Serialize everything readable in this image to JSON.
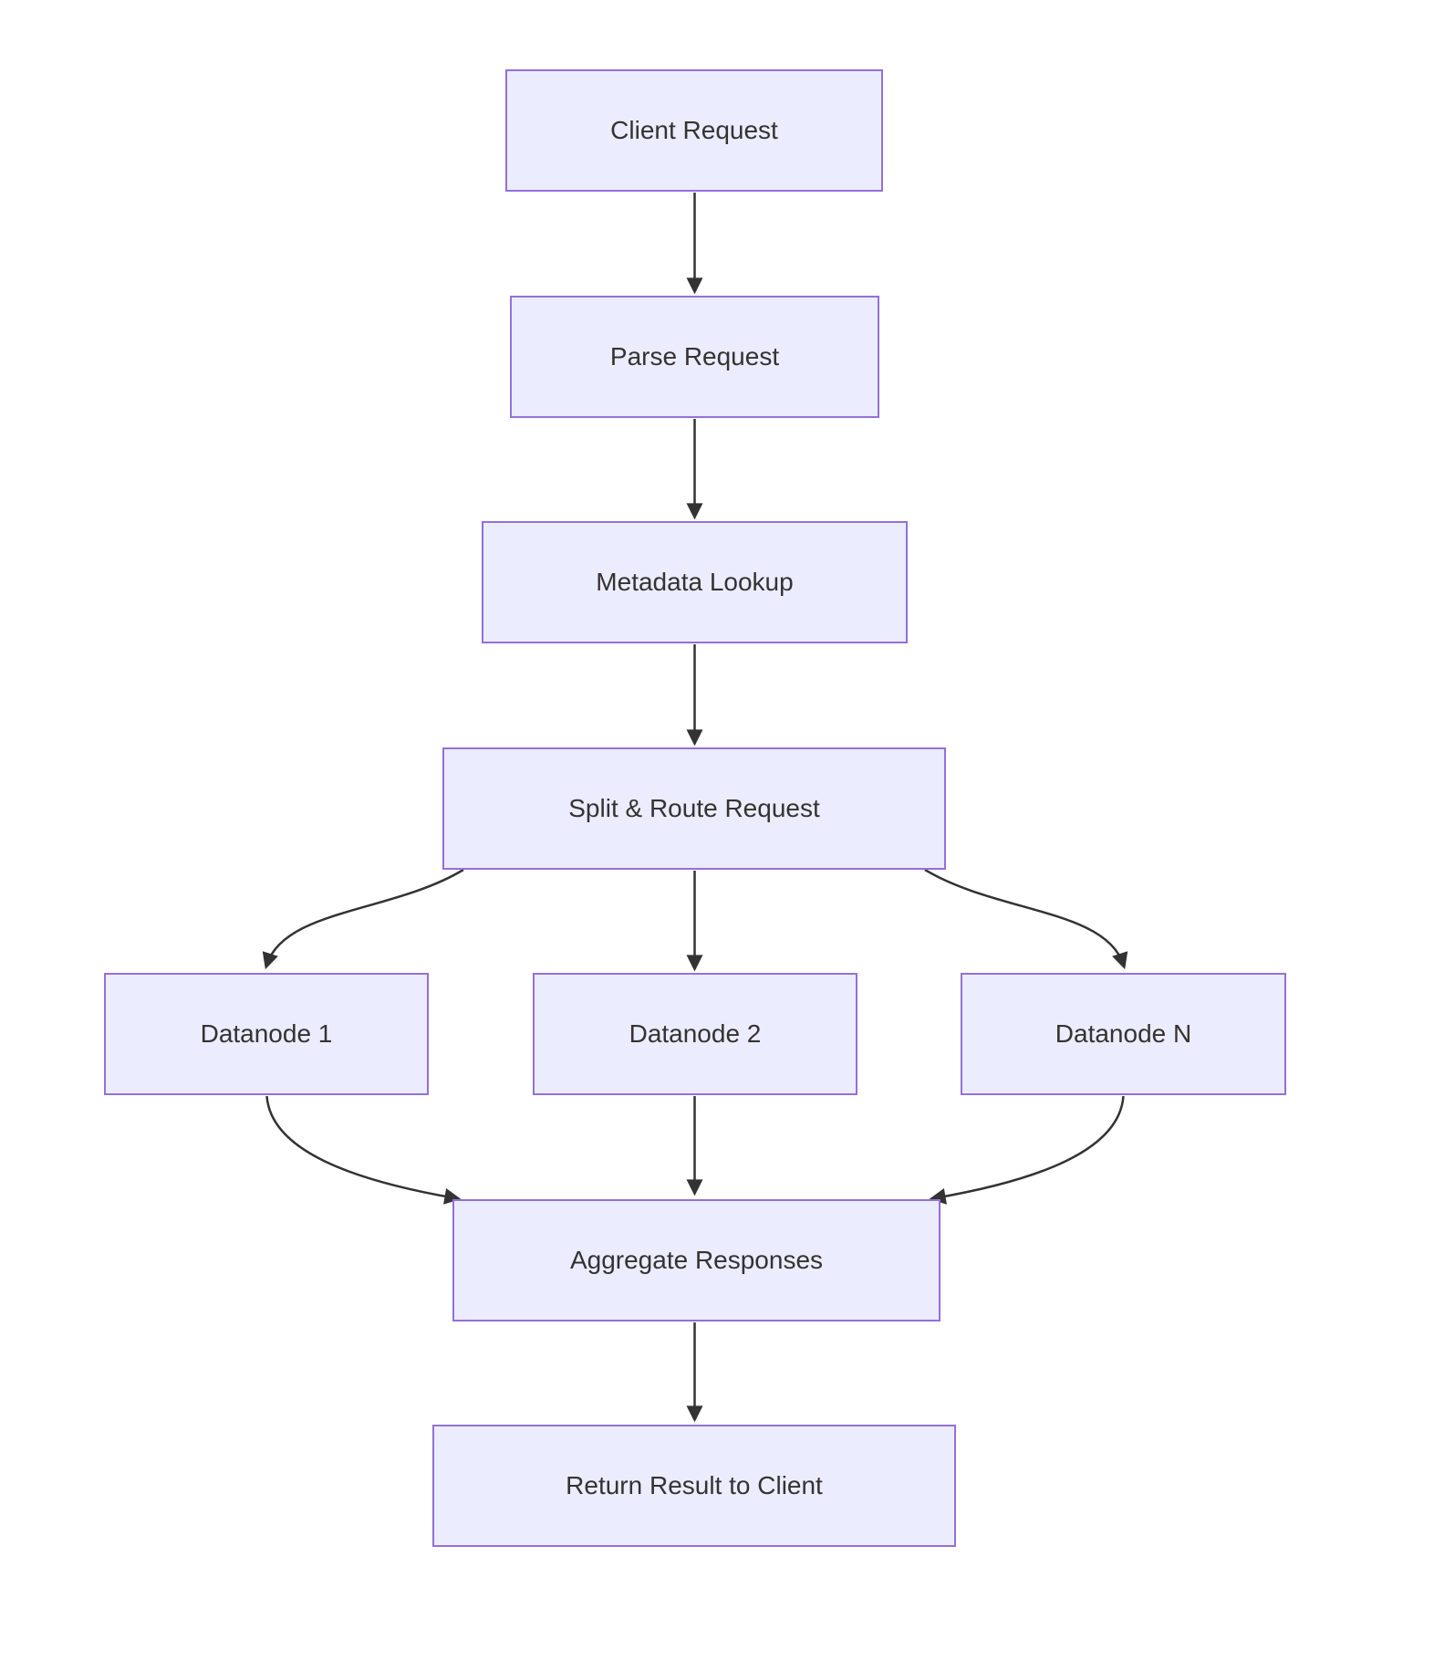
{
  "diagram": {
    "type": "flowchart",
    "direction": "top-down",
    "colors": {
      "background": "#FFFFFF",
      "node_fill": "#ECECFF",
      "node_border": "#9370DB",
      "edge": "#333333",
      "text": "#333333"
    },
    "nodes": [
      {
        "id": "client",
        "label": "Client Request"
      },
      {
        "id": "parse",
        "label": "Parse Request"
      },
      {
        "id": "metadata",
        "label": "Metadata Lookup"
      },
      {
        "id": "split",
        "label": "Split & Route Request"
      },
      {
        "id": "datanode1",
        "label": "Datanode 1"
      },
      {
        "id": "datanode2",
        "label": "Datanode 2"
      },
      {
        "id": "datanodeN",
        "label": "Datanode N"
      },
      {
        "id": "aggregate",
        "label": "Aggregate Responses"
      },
      {
        "id": "return",
        "label": "Return Result to Client"
      }
    ],
    "edges": [
      {
        "from": "client",
        "to": "parse"
      },
      {
        "from": "parse",
        "to": "metadata"
      },
      {
        "from": "metadata",
        "to": "split"
      },
      {
        "from": "split",
        "to": "datanode1"
      },
      {
        "from": "split",
        "to": "datanode2"
      },
      {
        "from": "split",
        "to": "datanodeN"
      },
      {
        "from": "datanode1",
        "to": "aggregate"
      },
      {
        "from": "datanode2",
        "to": "aggregate"
      },
      {
        "from": "datanodeN",
        "to": "aggregate"
      },
      {
        "from": "aggregate",
        "to": "return"
      }
    ]
  }
}
